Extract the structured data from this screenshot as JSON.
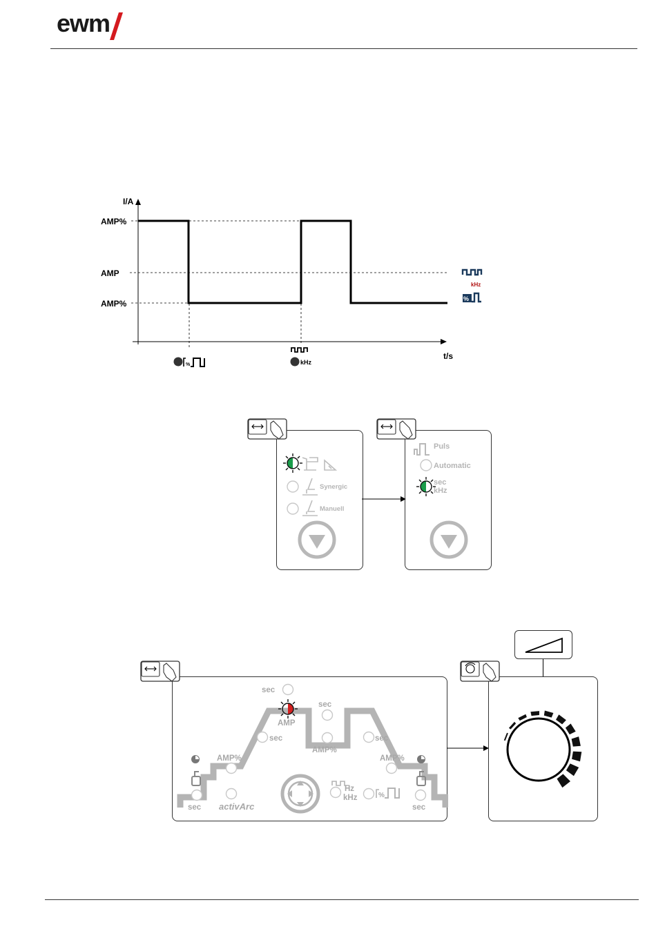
{
  "brand": {
    "logo_text": "ewm",
    "logo_color": "#1a1a1a",
    "accent_color": "#d41a1f"
  },
  "chart_data": {
    "type": "line",
    "xlabel": "t/s",
    "ylabel": "I/A",
    "y_labels": [
      "AMP%",
      "AMP",
      "AMP%"
    ],
    "legend_unit": "kHz",
    "x_marker_unit": "kHz",
    "pulse_icon_percent": "%",
    "steps": [
      {
        "phase": "AMP%",
        "level": "high"
      },
      {
        "phase": "AMP%",
        "level": "low"
      },
      {
        "phase": "AMP%",
        "level": "high"
      },
      {
        "phase": "AMP%",
        "level": "low"
      }
    ]
  },
  "panel_a": {
    "synergic_label": "Synergic",
    "manual_label": "Manuell"
  },
  "panel_b": {
    "puls_label": "Puls",
    "automatic_label": "Automatic",
    "sec_label": "sec",
    "khz_label": "kHz"
  },
  "panel_c": {
    "labels": {
      "sec_top": "sec",
      "sec_mid": "sec",
      "amp": "AMP",
      "sec_left": "sec",
      "amp_pct_center": "AMP%",
      "sec_right": "sec",
      "amp_pct_left": "AMP%",
      "amp_pct_right": "AMP%",
      "sec_bl": "sec",
      "activarc": "activArc",
      "hz": "Hz",
      "khz": "kHz",
      "pct": "%",
      "sec_br": "sec"
    },
    "active_led_color": "#d42020"
  },
  "status_colors": {
    "green_led": "#1a9c4a",
    "red_led": "#d42020",
    "panel_gray": "#b4b4b4",
    "kHz_red": "#b01010"
  }
}
